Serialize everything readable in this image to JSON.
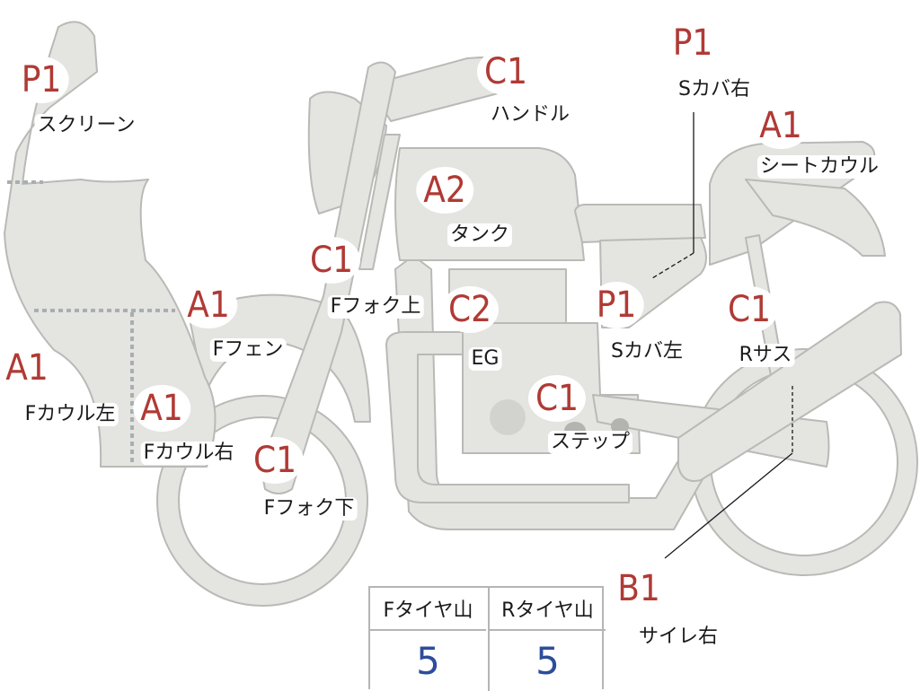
{
  "colors": {
    "grade": "#b03a35",
    "tire_value": "#2d4d9c",
    "bike_fill": "#e4e4e1",
    "bike_stroke": "#b9b9b6"
  },
  "parts": [
    {
      "id": "screen",
      "grade": "P1",
      "label": "スクリーン"
    },
    {
      "id": "handle",
      "grade": "C1",
      "label": "ハンドル"
    },
    {
      "id": "side-cover-right",
      "grade": "P1",
      "label": "Sカバ右"
    },
    {
      "id": "seat-cowl",
      "grade": "A1",
      "label": "シートカウル"
    },
    {
      "id": "tank",
      "grade": "A2",
      "label": "タンク"
    },
    {
      "id": "fork-upper",
      "grade": "C1",
      "label": "Fフォク上"
    },
    {
      "id": "front-fender",
      "grade": "A1",
      "label": "Fフェン"
    },
    {
      "id": "engine",
      "grade": "C2",
      "label": "EG"
    },
    {
      "id": "side-cover-left",
      "grade": "P1",
      "label": "Sカバ左"
    },
    {
      "id": "rear-suspension",
      "grade": "C1",
      "label": "Rサス"
    },
    {
      "id": "front-cowl-left",
      "grade": "A1",
      "label": "Fカウル左"
    },
    {
      "id": "front-cowl-right",
      "grade": "A1",
      "label": "Fカウル右"
    },
    {
      "id": "step",
      "grade": "C1",
      "label": "ステップ"
    },
    {
      "id": "fork-lower",
      "grade": "C1",
      "label": "Fフォク下"
    },
    {
      "id": "muffler-right",
      "grade": "B1",
      "label": "サイレ右"
    }
  ],
  "tires": {
    "front_header": "Fタイヤ山",
    "rear_header": "Rタイヤ山",
    "front_value": "5",
    "rear_value": "5"
  }
}
